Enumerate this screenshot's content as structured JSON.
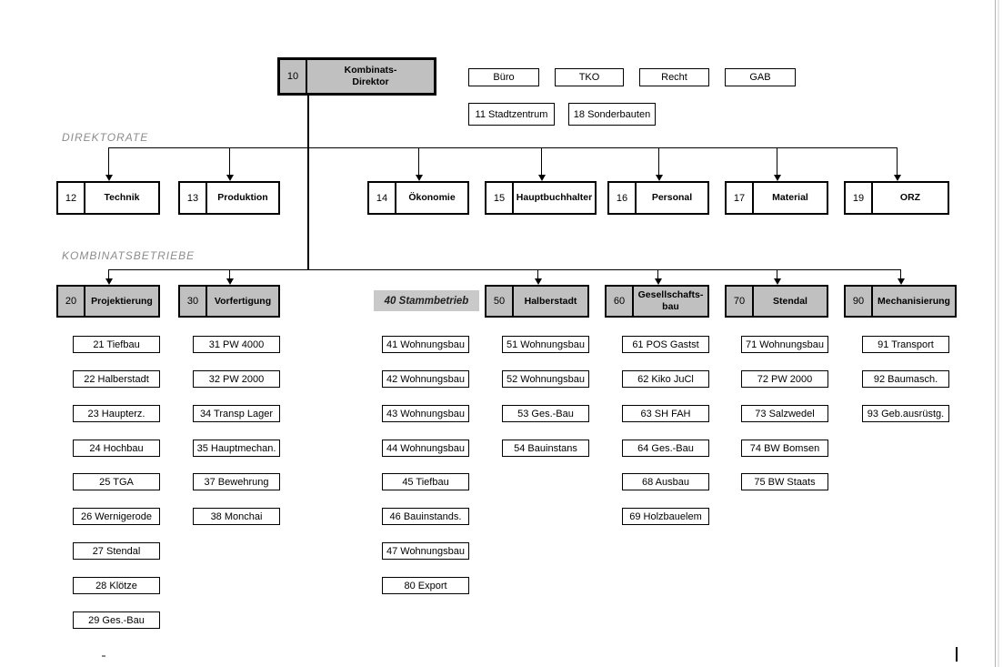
{
  "org": {
    "director": {
      "num": "10",
      "label_line1": "Kombinats-",
      "label_line2": "Direktor"
    },
    "staff_row1": [
      "Büro",
      "TKO",
      "Recht",
      "GAB"
    ],
    "staff_row2": [
      "11 Stadtzentrum",
      "18 Sonderbauten"
    ],
    "section_direktorate": "DIREKTORATE",
    "section_betriebe": "KOMBINATSBETRIEBE",
    "direktorate": [
      {
        "num": "12",
        "label": "Technik"
      },
      {
        "num": "13",
        "label": "Produktion"
      },
      {
        "num": "14",
        "label": "Ökonomie"
      },
      {
        "num": "15",
        "label": "Hauptbuchhalter"
      },
      {
        "num": "16",
        "label": "Personal"
      },
      {
        "num": "17",
        "label": "Material"
      },
      {
        "num": "19",
        "label": "ORZ"
      }
    ],
    "stammbetrieb_label": "40 Stammbetrieb",
    "betriebe": [
      {
        "num": "20",
        "label": "Projektierung"
      },
      {
        "num": "30",
        "label": "Vorfertigung"
      },
      {
        "num": "50",
        "label": "Halberstadt"
      },
      {
        "num": "60",
        "label": "Gesellschafts-bau",
        "label_lines": [
          "Gesellschafts-",
          "bau"
        ]
      },
      {
        "num": "70",
        "label": "Stendal"
      },
      {
        "num": "90",
        "label": "Mechanisierung"
      }
    ],
    "columns": [
      {
        "parent": "20",
        "items": [
          "21 Tiefbau",
          "22 Halberstadt",
          "23 Haupterz.",
          "24 Hochbau",
          "25 TGA",
          "26 Wernigerode",
          "27 Stendal",
          "28 Klötze",
          "29 Ges.-Bau"
        ]
      },
      {
        "parent": "30",
        "items": [
          "31 PW 4000",
          "32 PW 2000",
          "34 Transp Lager",
          "35 Hauptmechan.",
          "37 Bewehrung",
          "38 Monchai"
        ]
      },
      {
        "parent": "40",
        "items": [
          "41 Wohnungsbau",
          "42 Wohnungsbau",
          "43 Wohnungsbau",
          "44 Wohnungsbau",
          "45 Tiefbau",
          "46 Bauinstands.",
          "47 Wohnungsbau",
          "80 Export"
        ]
      },
      {
        "parent": "50",
        "items": [
          "51 Wohnungsbau",
          "52 Wohnungsbau",
          "53 Ges.-Bau",
          "54 Bauinstans"
        ]
      },
      {
        "parent": "60",
        "items": [
          "61 POS Gastst",
          "62 Kiko JuCl",
          "63 SH FAH",
          "64 Ges.-Bau",
          "68 Ausbau",
          "69 Holzbauelem"
        ]
      },
      {
        "parent": "70",
        "items": [
          "71 Wohnungsbau",
          "72 PW 2000",
          "73 Salzwedel",
          "74 BW Bomsen",
          "75 BW Staats"
        ]
      },
      {
        "parent": "90",
        "items": [
          "91 Transport",
          "92 Baumasch.",
          "93 Geb.ausrüstg."
        ]
      }
    ]
  },
  "colors": {
    "box_fill_gray": "#c0c0c0",
    "stammbetrieb_bg": "#c9c9c9",
    "section_label_gray": "#8c8c8c",
    "line_black": "#000000",
    "page_edge_gray": "#b0b0b0"
  }
}
